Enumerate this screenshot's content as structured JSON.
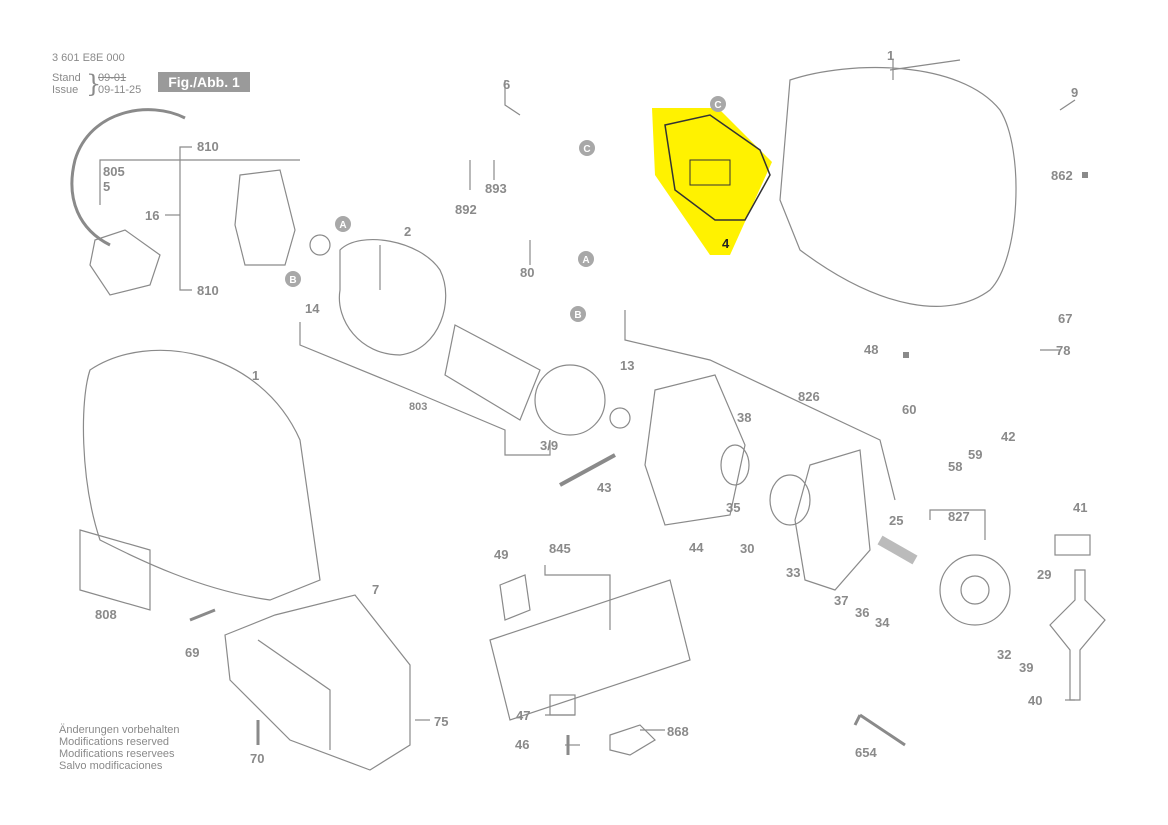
{
  "header": {
    "doc_number": "3 601 E8E 000",
    "stand_label": "Stand",
    "issue_label": "Issue",
    "old_date": "09-01",
    "new_date": "09-11-25",
    "figure_label": "Fig./Abb. 1"
  },
  "notes": [
    "Änderungen vorbehalten",
    "Modifications reserved",
    "Modifications reservees",
    "Salvo modificaciones"
  ],
  "highlight_color": "#fff200",
  "line_color": "#8a8a8a",
  "highlighted_part": "4",
  "callout_letters": [
    "A",
    "B",
    "C"
  ],
  "parts": [
    "1",
    "2",
    "3/9",
    "4",
    "5",
    "6",
    "7",
    "9",
    "13",
    "14",
    "16",
    "25",
    "29",
    "30",
    "32",
    "33",
    "34",
    "35",
    "36",
    "37",
    "38",
    "39",
    "40",
    "41",
    "42",
    "43",
    "44",
    "46",
    "47",
    "48",
    "49",
    "58",
    "59",
    "60",
    "67",
    "69",
    "70",
    "75",
    "78",
    "80",
    "803",
    "805",
    "808",
    "810",
    "826",
    "827",
    "845",
    "862",
    "868",
    "892",
    "893",
    "654"
  ]
}
